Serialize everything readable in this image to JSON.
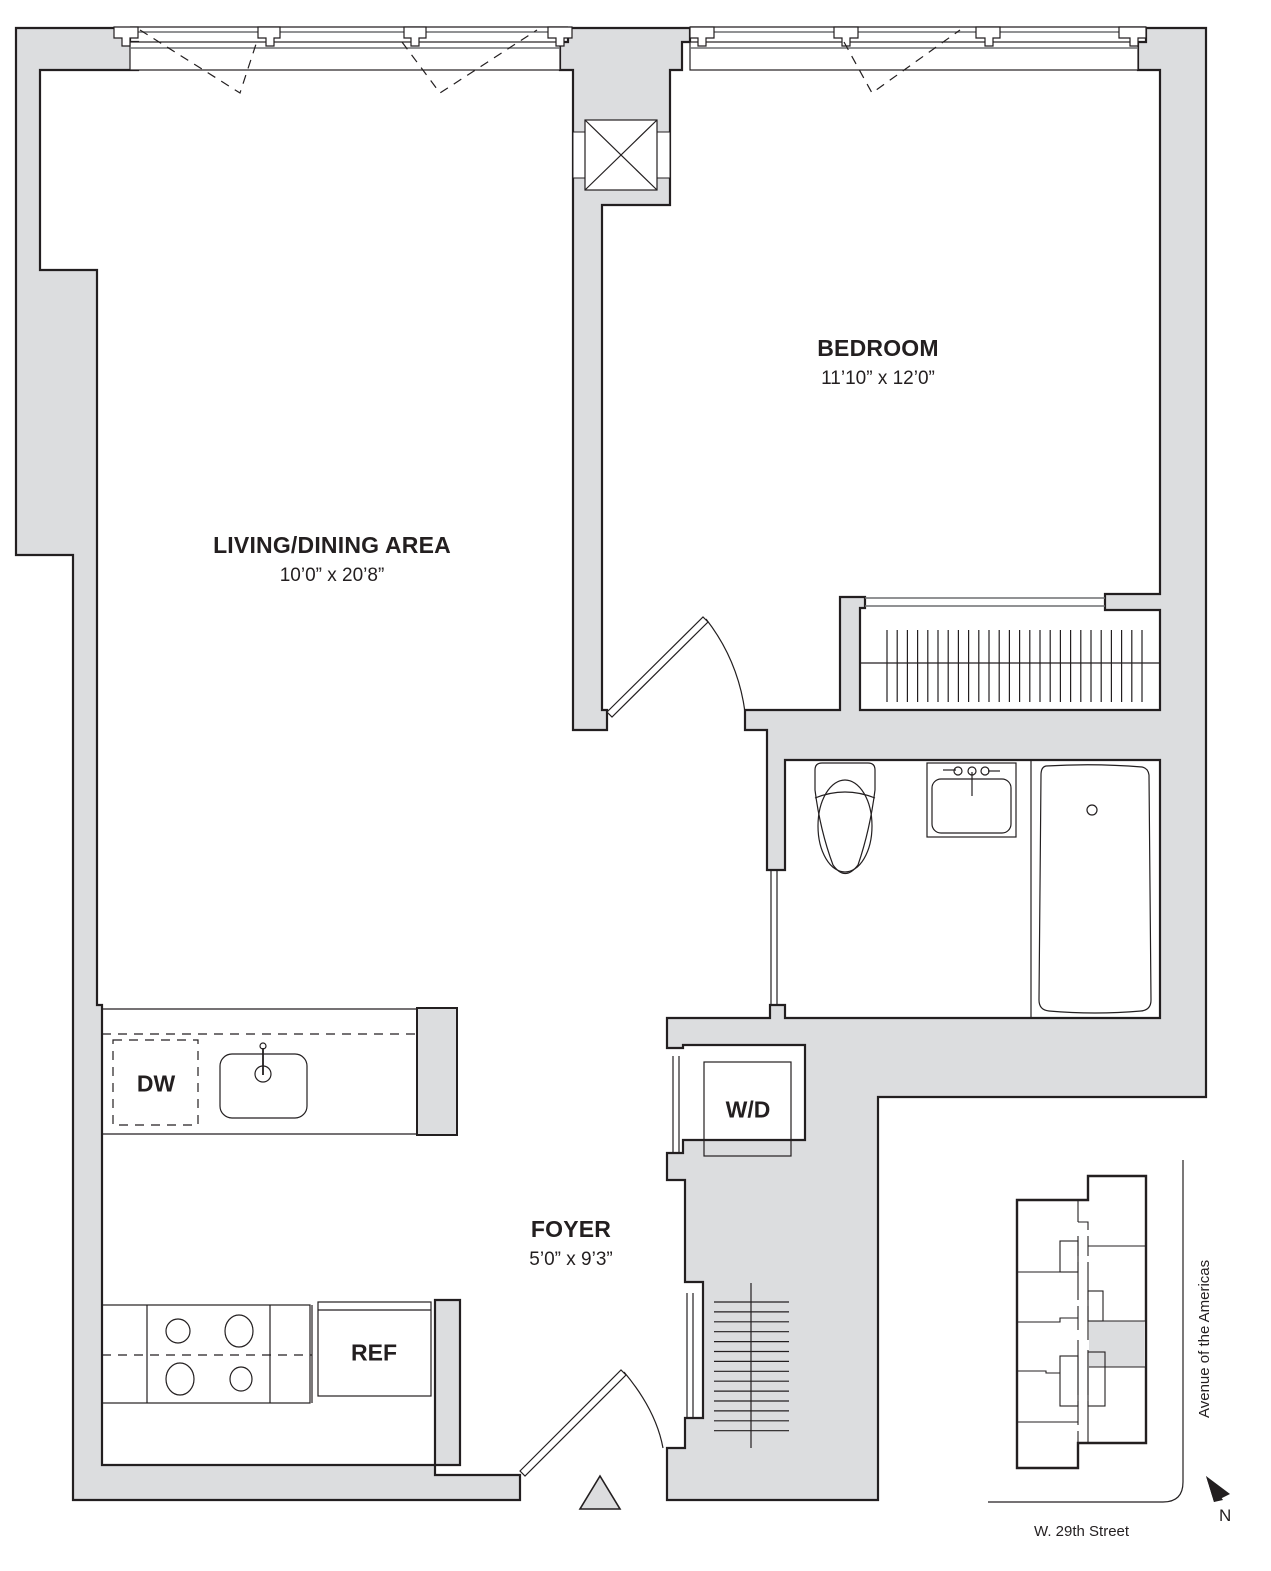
{
  "floorplan": {
    "rooms": [
      {
        "id": "living",
        "name": "LIVING/DINING AREA",
        "dimensions": "10’0” x 20’8”"
      },
      {
        "id": "bedroom",
        "name": "BEDROOM",
        "dimensions": "11’10” x 12’0”"
      },
      {
        "id": "foyer",
        "name": "FOYER",
        "dimensions": "5’0” x 9’3”"
      }
    ],
    "appliances": {
      "dishwasher": "DW",
      "refrigerator": "REF",
      "washer_dryer": "W/D"
    },
    "colors": {
      "wall_fill": "#dcdddf",
      "line": "#231f20",
      "highlight_unit": "#dcdddf"
    }
  },
  "key_plan": {
    "street_bottom": "W. 29th Street",
    "street_right": "Avenue of the Americas",
    "north_label": "N"
  }
}
